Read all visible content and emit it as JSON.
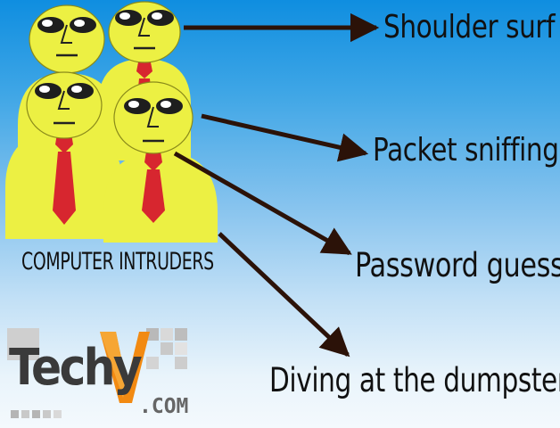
{
  "diagram": {
    "group_caption": "COMPUTER INTRUDERS",
    "methods": [
      "Shoulder surf",
      "Packet sniffing",
      "Password guess",
      "Diving at the dumpster"
    ]
  },
  "watermark": {
    "brand": "Techy",
    "brand_mark": "V",
    "domain": ".COM"
  },
  "colors": {
    "background_top": "#0f8ee0",
    "background_bottom": "#f4f9fd",
    "figure_fill": "#ecf043",
    "tie": "#d7262f",
    "arrow": "#2b1208",
    "logo_mark": "#f28a12"
  }
}
